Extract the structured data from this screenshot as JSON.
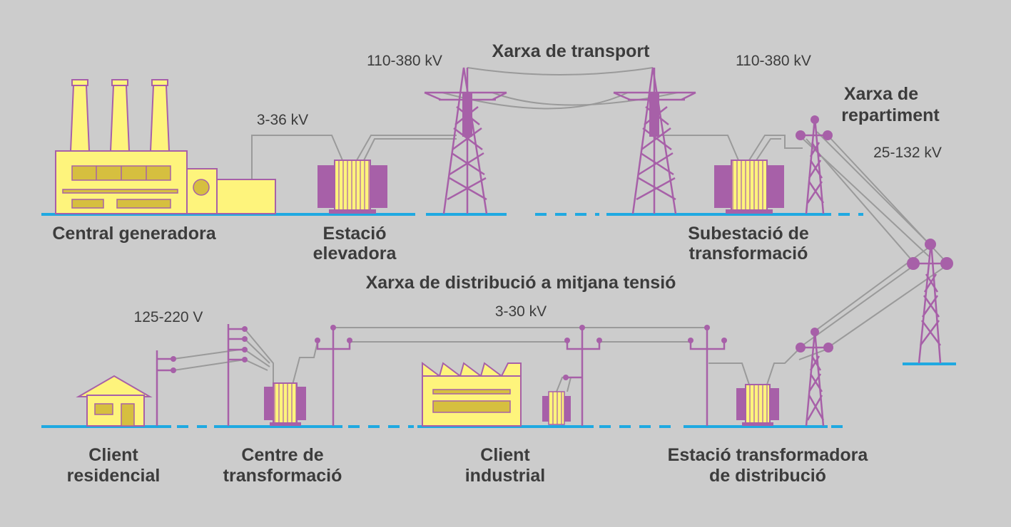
{
  "colors": {
    "background": "#cccccc",
    "building": "#fef47c",
    "outline": "#a760a8",
    "window": "#d6bf3f",
    "ground": "#1fa9e1",
    "wire": "#9a9a9a",
    "text": "#3c3c3c"
  },
  "titles": {
    "transport": "Xarxa de transport",
    "repartiment_line1": "Xarxa de",
    "repartiment_line2": "repartiment",
    "distribucio": "Xarxa de distribució a mitjana tensió"
  },
  "voltages": {
    "generation": "3-36 kV",
    "transport_left": "110-380 kV",
    "transport_right": "110-380 kV",
    "repartiment": "25-132 kV",
    "distribution": "3-30 kV",
    "residential": "125-220 V"
  },
  "labels": {
    "central": "Central generadora",
    "estacio_line1": "Estació",
    "estacio_line2": "elevadora",
    "subestacio_line1": "Subestació de",
    "subestacio_line2": "transformació",
    "client_res_line1": "Client",
    "client_res_line2": "residencial",
    "centre_line1": "Centre de",
    "centre_line2": "transformació",
    "client_ind_line1": "Client",
    "client_ind_line2": "industrial",
    "estacio_dist_line1": "Estació transformadora",
    "estacio_dist_line2": "de distribució"
  }
}
